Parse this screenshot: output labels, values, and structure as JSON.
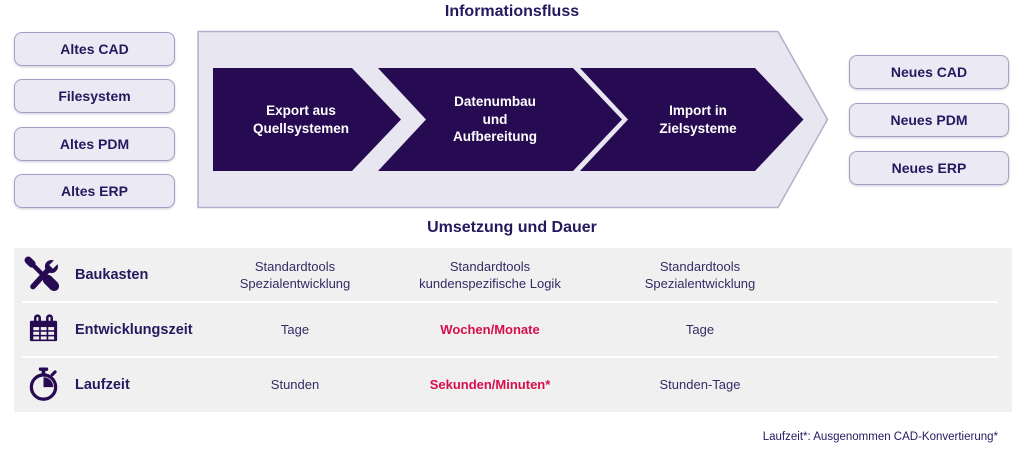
{
  "colors": {
    "dark_purple": "#270b52",
    "navy_text": "#231a5e",
    "light_panel": "#e8e6f1",
    "panel_border": "#b3aecb",
    "box_fill": "#ebe9f4",
    "box_border": "#a79ec7",
    "table_bg": "#f1f0f1",
    "red_accent": "#d60f4c"
  },
  "flow": {
    "title": "Informationsfluss",
    "sources": [
      "Altes CAD",
      "Filesystem",
      "Altes PDM",
      "Altes ERP"
    ],
    "steps": [
      "Export aus\nQuellsystemen",
      "Datenumbau\nund\nAufbereitung",
      "Import in\nZielsysteme"
    ],
    "targets": [
      "Neues CAD",
      "Neues PDM",
      "Neues ERP"
    ]
  },
  "table": {
    "title": "Umsetzung und Dauer",
    "rows": [
      {
        "icon": "tools-icon",
        "label": "Baukasten",
        "cells": [
          "Standardtools\nSpezialentwicklung",
          "Standardtools\nkundenspezifische Logik",
          "Standardtools\nSpezialentwicklung"
        ]
      },
      {
        "icon": "calendar-icon",
        "label": "Entwicklungszeit",
        "cells": [
          "Tage",
          "Wochen/Monate",
          "Tage"
        ]
      },
      {
        "icon": "stopwatch-icon",
        "label": "Laufzeit",
        "cells": [
          "Stunden",
          "Sekunden/Minuten*",
          "Stunden-Tage"
        ]
      }
    ]
  },
  "footnote": "Laufzeit*: Ausgenommen CAD-Konvertierung*"
}
